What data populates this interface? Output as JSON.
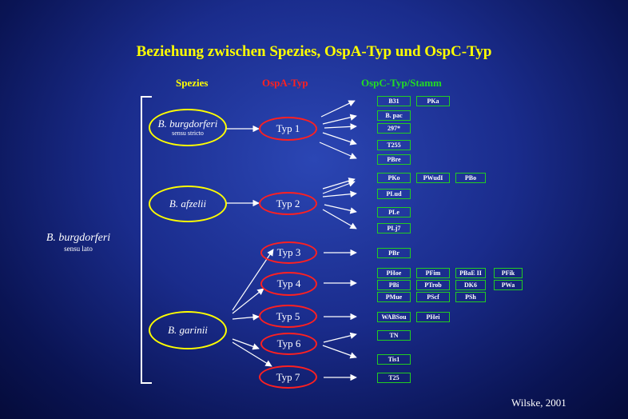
{
  "title": "Beziehung zwischen Spezies, OspA-Typ und OspC-Typ",
  "headers": {
    "spezies": "Spezies",
    "ospa": "OspA-Typ",
    "ospc": "OspC-Typ/Stamm"
  },
  "sensu_lato": {
    "name": "B. burgdorferi",
    "sub": "sensu lato"
  },
  "species": [
    {
      "name": "B. burgdorferi",
      "sub": "sensu stricto"
    },
    {
      "name": "B. afzelii",
      "sub": ""
    },
    {
      "name": "B. garinii",
      "sub": ""
    }
  ],
  "types": [
    "Typ 1",
    "Typ 2",
    "Typ 3",
    "Typ 4",
    "Typ 5",
    "Typ 6",
    "Typ 7"
  ],
  "strains": [
    "B31",
    "PKa",
    "B. pac",
    "297*",
    "T255",
    "PBre",
    "PKo",
    "PWudI",
    "PBo",
    "PLud",
    "PLe",
    "PLj7",
    "PBr",
    "PHoe",
    "PFim",
    "PBaE II",
    "PFik",
    "PBi",
    "PTrob",
    "DK6",
    "PWa",
    "PMue",
    "PScf",
    "PSh",
    "WABSou",
    "PHei",
    "TN",
    "Tis1",
    "T25"
  ],
  "credit": "Wilske, 2001"
}
